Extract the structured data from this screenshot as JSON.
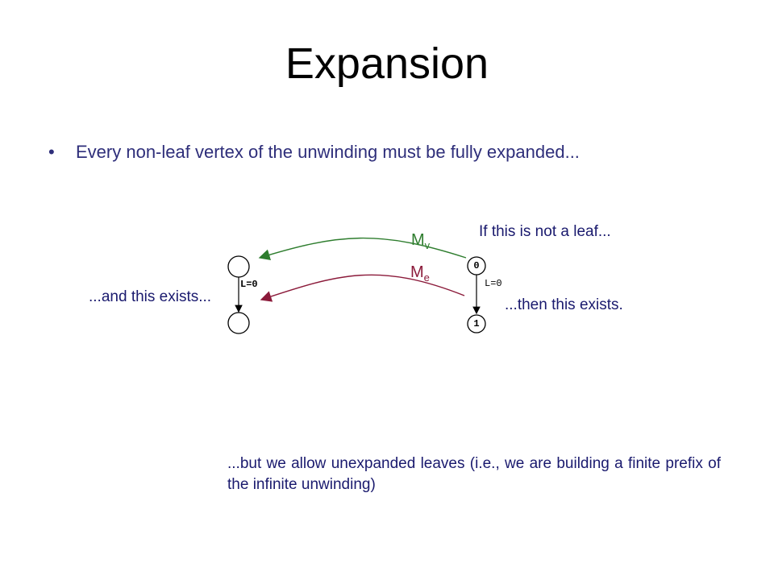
{
  "slide": {
    "title": "Expansion",
    "bullet_mark": "•",
    "bullet": "Every non-leaf vertex of the unwinding must be fully expanded..."
  },
  "diagram": {
    "left_edge_label": "L=0",
    "right_node_top_label": "0",
    "right_node_bottom_label": "1",
    "right_edge_label": "L=0",
    "map_v_label": "M",
    "map_v_sub": "v",
    "map_e_label": "M",
    "map_e_sub": "e",
    "map_v_color": "#2e7d2e",
    "map_e_color": "#8b1a3a",
    "annotation_leaf": "If this is not a leaf...",
    "annotation_exists": "...and this exists...",
    "annotation_then": "...then this exists."
  },
  "note": "...but we allow unexpanded leaves (i.e., we are building a finite prefix of the infinite unwinding)"
}
